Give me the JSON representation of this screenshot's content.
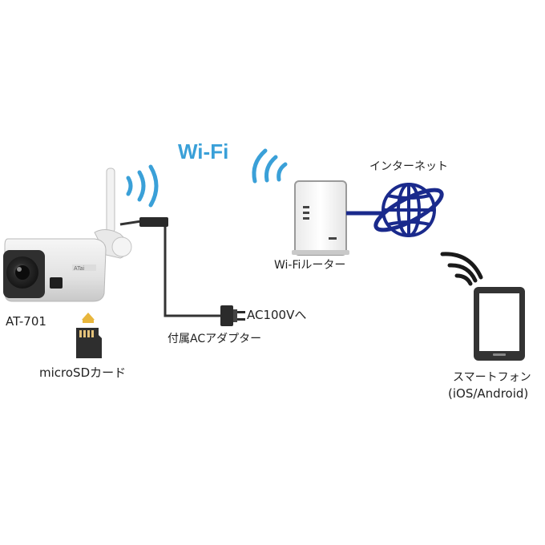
{
  "wifi_title": "Wi-Fi",
  "camera": {
    "model": "AT-701",
    "brand_mark": "ATai"
  },
  "sd_card": {
    "label": "microSDカード"
  },
  "adapter": {
    "label": "付属ACアダプター",
    "outlet_label": "AC100Vへ"
  },
  "router": {
    "label": "Wi-Fiルーター"
  },
  "internet": {
    "label": "インターネット"
  },
  "phone": {
    "label": "スマートフォン",
    "os_label": "(iOS/Android)"
  },
  "colors": {
    "wifi_blue": "#3aa0d8",
    "network_line": "#1a2a8c",
    "globe": "#1a2a8c",
    "sd_arrow": "#e8b63c",
    "device_dark": "#333333",
    "cable": "#333333"
  },
  "icons": [
    "wifi-wave-icon",
    "router-icon",
    "globe-icon",
    "smartphone-icon",
    "camera-icon",
    "microsd-icon",
    "ac-adapter-icon",
    "up-arrow-icon"
  ]
}
